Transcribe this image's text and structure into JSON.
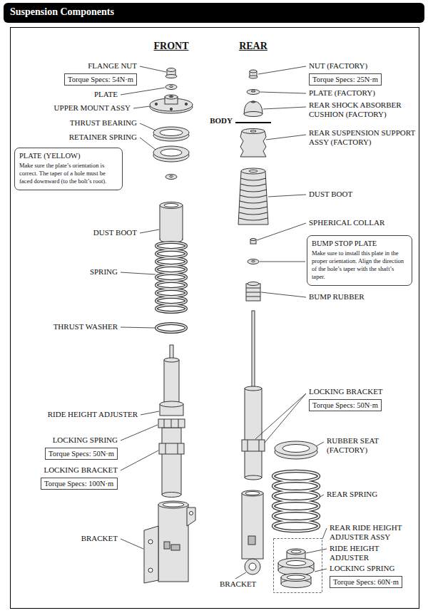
{
  "diagram": {
    "title": "Suspension Components",
    "nodes": [
      {
        "text": [
          "Torque Specs: 54N·m"
        ]
      },
      {
        "text": [
          "PLATE (YELLOW)",
          "Make sure the plate’s orientation is correct. The taper of a hole must be faced downward (to the bolt’s root)."
        ]
      },
      {
        "text": [
          "Torque Specs: 50N·m"
        ]
      },
      {
        "text": [
          "Torque Specs: 100N·m"
        ]
      },
      {
        "text": [
          "Torque Specs: 25N·m"
        ]
      },
      {
        "text": [
          "BUMP STOP PLATE",
          "Make sure to install this plate in the proper orientation. Align the direction of the hole’s taper with the shaft’s taper."
        ]
      },
      {
        "text": [
          "Torque Specs: 50N·m"
        ]
      },
      {
        "text": [
          "Torque Specs: 60N·m"
        ]
      }
    ],
    "labels": [
      "FRONT",
      "REAR",
      "FLANGE NUT",
      "PLATE",
      "UPPER MOUNT ASSY",
      "THRUST BEARING",
      "RETAINER SPRING",
      "DUST BOOT",
      "SPRING",
      "THRUST WASHER",
      "RIDE HEIGHT ADJUSTER",
      "LOCKING SPRING",
      "LOCKING BRACKET",
      "BRACKET",
      "NUT (FACTORY)",
      "PLATE (FACTORY)",
      "REAR SHOCK ABSORBER CUSHION (FACTORY)",
      "BODY",
      "REAR SUSPENSION SUPPORT ASSY (FACTORY)",
      "DUST BOOT",
      "SPHERICAL COLLAR",
      "BUMP RUBBER",
      "LOCKING BRACKET",
      "RUBBER SEAT (FACTORY)",
      "REAR SPRING",
      "REAR RIDE HEIGHT ADJUSTER ASSY",
      "RIDE HEIGHT ADJUSTER",
      "LOCKING SPRING",
      "BRACKET"
    ]
  }
}
